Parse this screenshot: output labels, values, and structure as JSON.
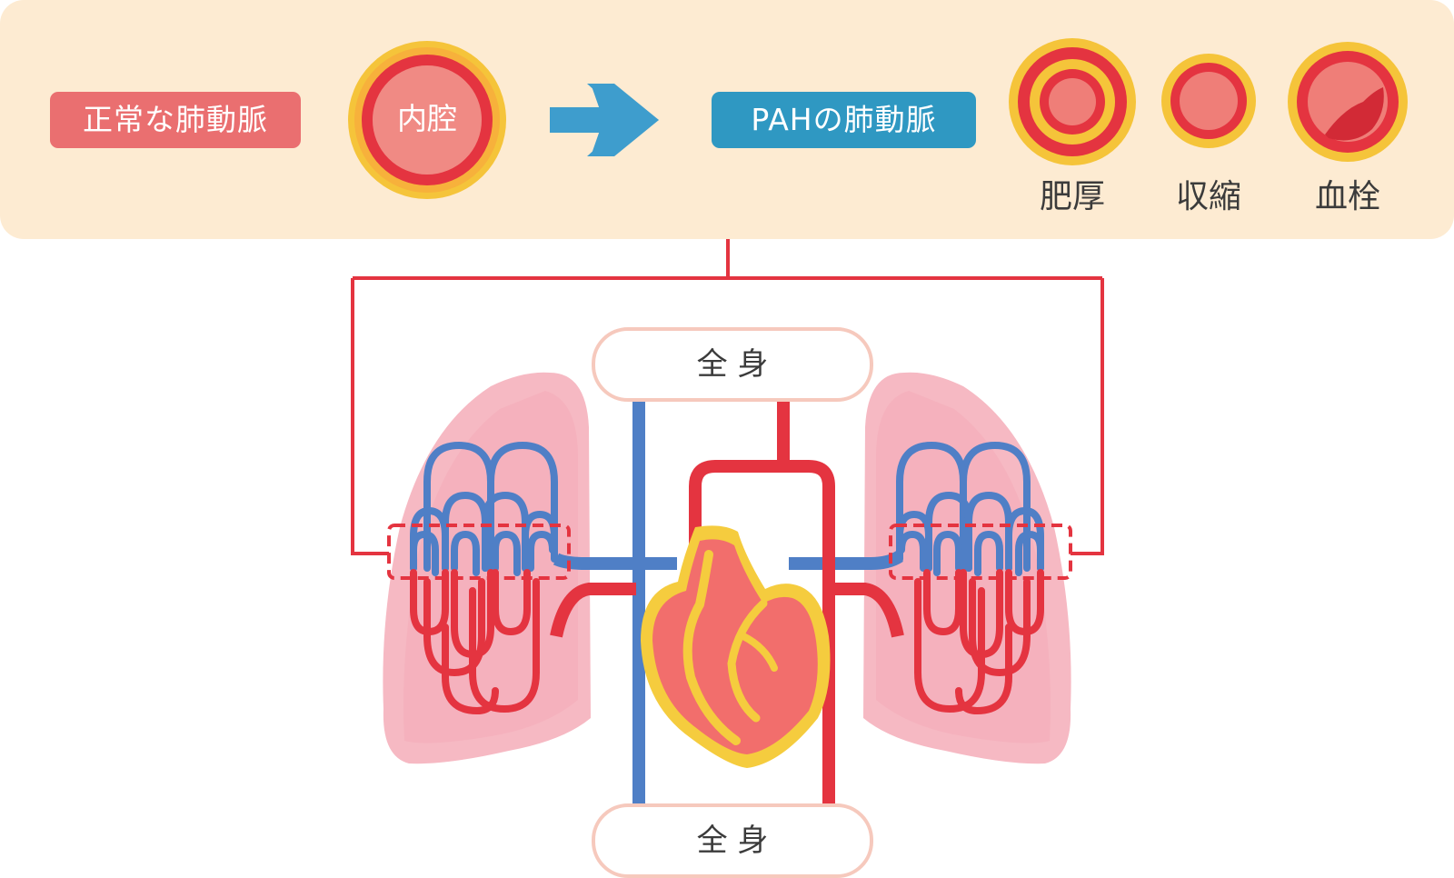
{
  "header": {
    "normal_label": "正常な肺動脈",
    "lumen_label": "内腔",
    "pah_label": "PAHの肺動脈",
    "variants": [
      {
        "label": "肥厚"
      },
      {
        "label": "収縮"
      },
      {
        "label": "血栓"
      }
    ]
  },
  "diagram": {
    "top_box": "全 身",
    "bottom_box": "全 身"
  },
  "colors": {
    "panel_bg": "#fdebd2",
    "normal_badge": "#ea6f70",
    "pah_badge": "#2f98c2",
    "arrow": "#3e9dcd",
    "artery_red": "#e43440",
    "vein_blue": "#4f7fc6",
    "vessel_wall_yellow": "#f5cc3e",
    "lung_pink": "#f6b9c3"
  }
}
